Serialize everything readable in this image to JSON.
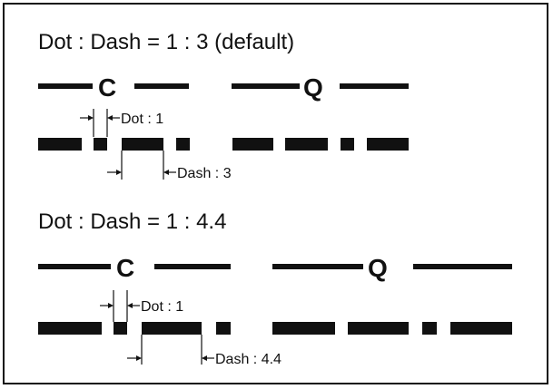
{
  "diagram": {
    "colors": {
      "ink": "#111111",
      "background": "#ffffff"
    },
    "sections": [
      {
        "heading": "Dot : Dash = 1 : 3 (default)",
        "letters": [
          "C",
          "Q"
        ],
        "dot_label": "Dot : 1",
        "dash_label": "Dash : 3",
        "ratio": {
          "dot": 1,
          "dash": 3
        }
      },
      {
        "heading": "Dot : Dash = 1 : 4.4",
        "letters": [
          "C",
          "Q"
        ],
        "dot_label": "Dot : 1",
        "dash_label": "Dash : 4.4",
        "ratio": {
          "dot": 1,
          "dash": 4.4
        }
      }
    ]
  }
}
